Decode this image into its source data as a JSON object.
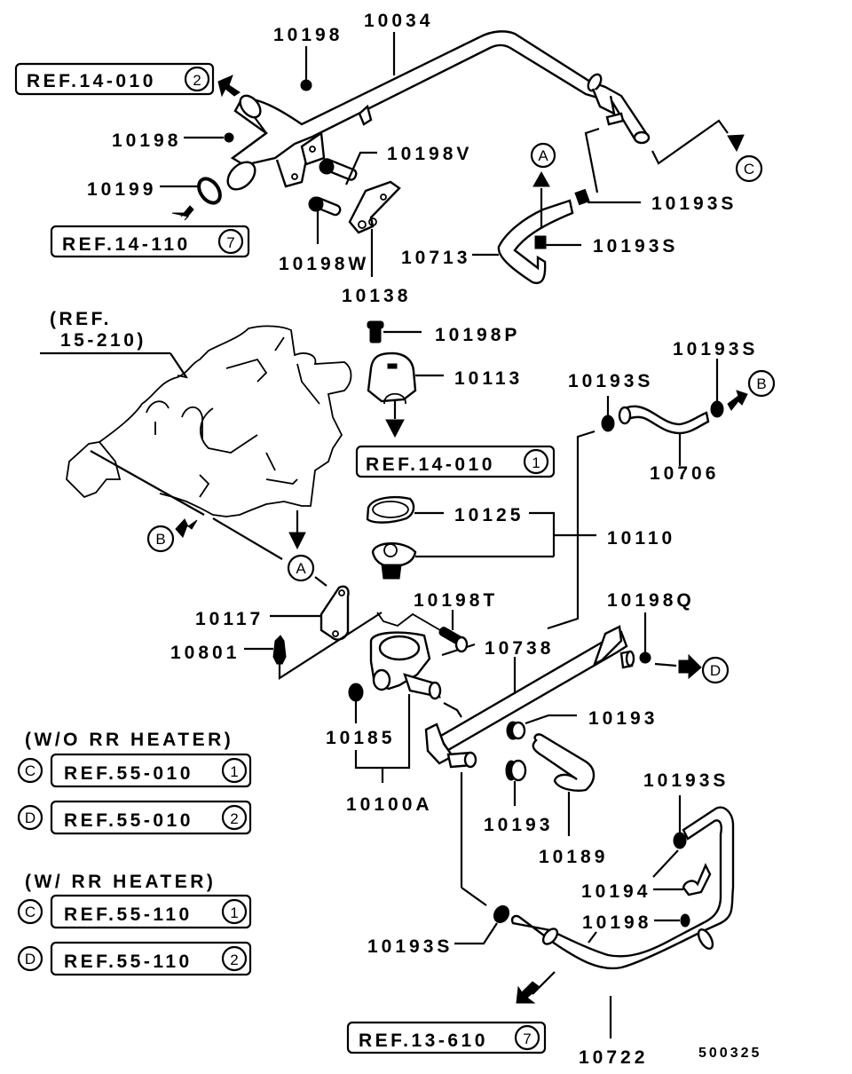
{
  "diagram": {
    "title": "Cooling water hose & pipe parts diagram",
    "drawing_code": "500325",
    "part_labels": [
      {
        "id": "p-10034",
        "text": "10034"
      },
      {
        "id": "p-10198-a",
        "text": "10198"
      },
      {
        "id": "p-10198-b",
        "text": "10198"
      },
      {
        "id": "p-10199",
        "text": "10199"
      },
      {
        "id": "p-10198V",
        "text": "10198V"
      },
      {
        "id": "p-10198W",
        "text": "10198W"
      },
      {
        "id": "p-10138",
        "text": "10138"
      },
      {
        "id": "p-10193S-a",
        "text": "10193S"
      },
      {
        "id": "p-10193S-b",
        "text": "10193S"
      },
      {
        "id": "p-10713",
        "text": "10713"
      },
      {
        "id": "p-10198P",
        "text": "10198P"
      },
      {
        "id": "p-10113",
        "text": "10113"
      },
      {
        "id": "p-10193S-c",
        "text": "10193S"
      },
      {
        "id": "p-10193S-d",
        "text": "10193S"
      },
      {
        "id": "p-10706",
        "text": "10706"
      },
      {
        "id": "p-10125",
        "text": "10125"
      },
      {
        "id": "p-10110",
        "text": "10110"
      },
      {
        "id": "p-10117",
        "text": "10117"
      },
      {
        "id": "p-10801",
        "text": "10801"
      },
      {
        "id": "p-10198T",
        "text": "10198T"
      },
      {
        "id": "p-10738",
        "text": "10738"
      },
      {
        "id": "p-10198Q",
        "text": "10198Q"
      },
      {
        "id": "p-10185",
        "text": "10185"
      },
      {
        "id": "p-10100A",
        "text": "10100A"
      },
      {
        "id": "p-10193-a",
        "text": "10193"
      },
      {
        "id": "p-10193-b",
        "text": "10193"
      },
      {
        "id": "p-10189",
        "text": "10189"
      },
      {
        "id": "p-10193S-e",
        "text": "10193S"
      },
      {
        "id": "p-10194",
        "text": "10194"
      },
      {
        "id": "p-10198-c",
        "text": "10198"
      },
      {
        "id": "p-10193S-f",
        "text": "10193S"
      },
      {
        "id": "p-10722",
        "text": "10722"
      }
    ],
    "references": [
      {
        "id": "ref-14-010-2",
        "text": "REF.14-010",
        "circle": "2"
      },
      {
        "id": "ref-14-110-7",
        "text": "REF.14-110",
        "circle": "7"
      },
      {
        "id": "ref-14-010-1",
        "text": "REF.14-010",
        "circle": "1"
      },
      {
        "id": "ref-13-610-7",
        "text": "REF.13-610",
        "circle": "7"
      }
    ],
    "manifold_ref": {
      "line1": "(REF.",
      "line2": "15-210)"
    },
    "connection_markers": {
      "A": "A",
      "B": "B",
      "C": "C",
      "D": "D"
    },
    "legend": [
      {
        "heading": "(W/O RR HEATER)",
        "rows": [
          {
            "marker": "C",
            "text": "REF.55-010",
            "circle": "1"
          },
          {
            "marker": "D",
            "text": "REF.55-010",
            "circle": "2"
          }
        ]
      },
      {
        "heading": "(W/ RR HEATER)",
        "rows": [
          {
            "marker": "C",
            "text": "REF.55-110",
            "circle": "1"
          },
          {
            "marker": "D",
            "text": "REF.55-110",
            "circle": "2"
          }
        ]
      }
    ]
  }
}
